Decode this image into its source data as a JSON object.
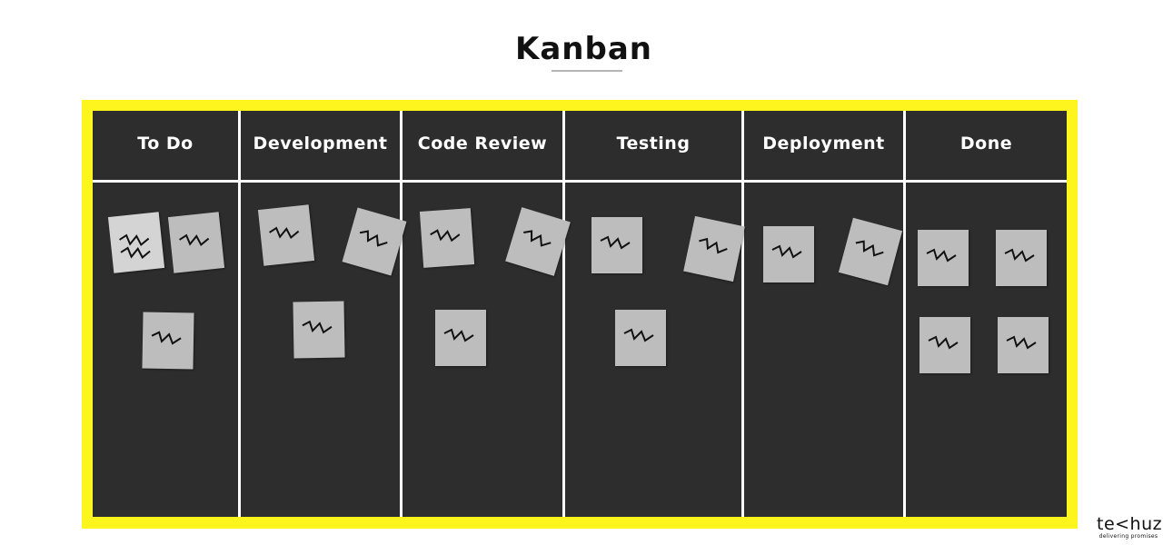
{
  "title": "Kanban",
  "colors": {
    "board_border": "#fff51e",
    "board_bg": "#2d2d2d",
    "card": "#bdbdbd",
    "divider": "#ffffff"
  },
  "columns": [
    {
      "id": "todo",
      "label": "To Do",
      "cards": 3
    },
    {
      "id": "development",
      "label": "Development",
      "cards": 3
    },
    {
      "id": "code-review",
      "label": "Code Review",
      "cards": 3
    },
    {
      "id": "testing",
      "label": "Testing",
      "cards": 3
    },
    {
      "id": "deployment",
      "label": "Deployment",
      "cards": 2
    },
    {
      "id": "done",
      "label": "Done",
      "cards": 4
    }
  ],
  "logo": {
    "word": "te<huz",
    "tagline": "delivering promises"
  }
}
